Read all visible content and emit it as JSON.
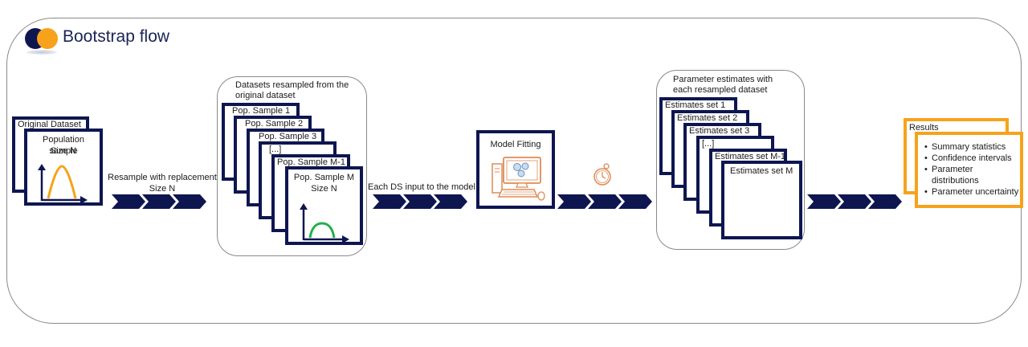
{
  "title": "Bootstrap flow",
  "logo": {
    "icon": "two-circles-logo-icon",
    "colors": [
      "#0e1650",
      "#f7a21b"
    ]
  },
  "colors": {
    "navy": "#0e1650",
    "orange": "#f7a21b",
    "green": "#22b04b",
    "icon_orange": "#e08a55"
  },
  "original": {
    "back_label": "Original Dataset",
    "front_title": "Population sample",
    "front_subtitle": "Size N",
    "curve_icon": "distribution-curve-orange-icon"
  },
  "arrow1": {
    "caption_line1": "Resample with replacement",
    "caption_line2": "Size N"
  },
  "resampled": {
    "group_caption_line1": "Datasets resampled from the",
    "group_caption_line2": "original dataset",
    "cards": [
      "Pop. Sample 1",
      "Pop. Sample 2",
      "Pop. Sample 3",
      "[...]",
      "Pop. Sample M-1"
    ],
    "front_title": "Pop. Sample M",
    "front_subtitle": "Size N",
    "curve_icon": "distribution-curve-green-icon"
  },
  "arrow2": {
    "caption": "Each DS input to the model"
  },
  "model": {
    "title": "Model Fitting",
    "icon": "computer-gears-icon"
  },
  "arrow3": {
    "icon": "stopwatch-icon"
  },
  "estimates": {
    "group_caption_line1": "Parameter estimates with",
    "group_caption_line2": "each resampled dataset",
    "cards": [
      "Estimates set 1",
      "Estimates set 2",
      "Estimates set 3",
      "[...]",
      "Estimates set M-1",
      "Estimates set M"
    ]
  },
  "results": {
    "title": "Results",
    "items": [
      "Summary statistics",
      "Confidence intervals",
      "Parameter distributions",
      "Parameter uncertainty"
    ]
  }
}
